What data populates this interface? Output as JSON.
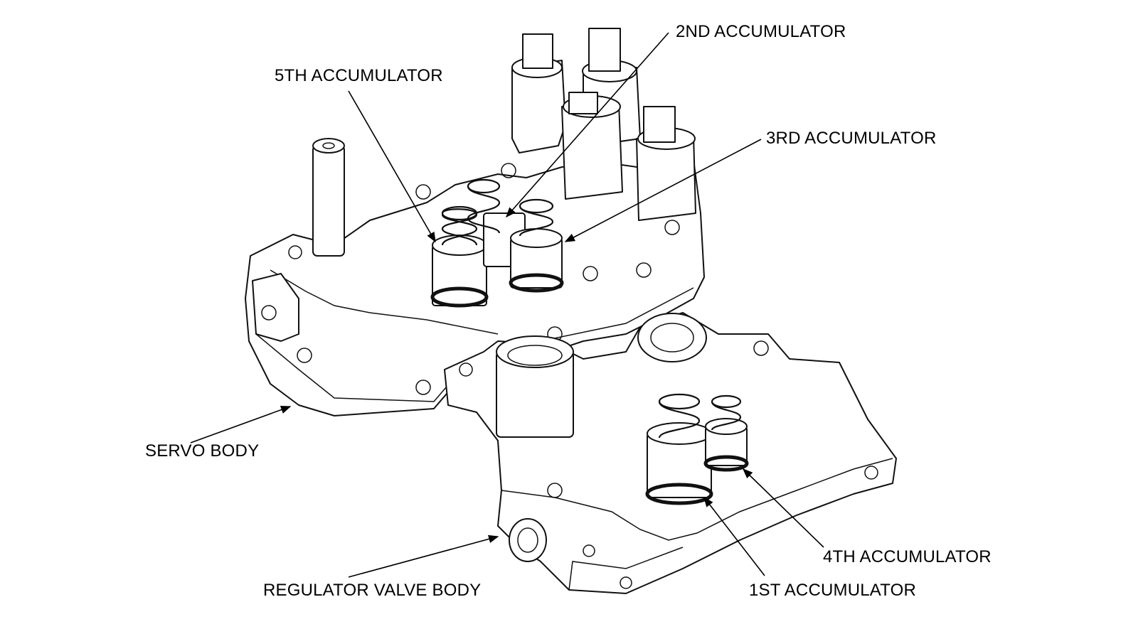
{
  "labels": {
    "accumulator_2nd": "2ND ACCUMULATOR",
    "accumulator_5th": "5TH ACCUMULATOR",
    "accumulator_3rd": "3RD ACCUMULATOR",
    "servo_body": "SERVO BODY",
    "regulator_valve_body": "REGULATOR VALVE BODY",
    "accumulator_4th": "4TH ACCUMULATOR",
    "accumulator_1st": "1ST ACCUMULATOR"
  }
}
